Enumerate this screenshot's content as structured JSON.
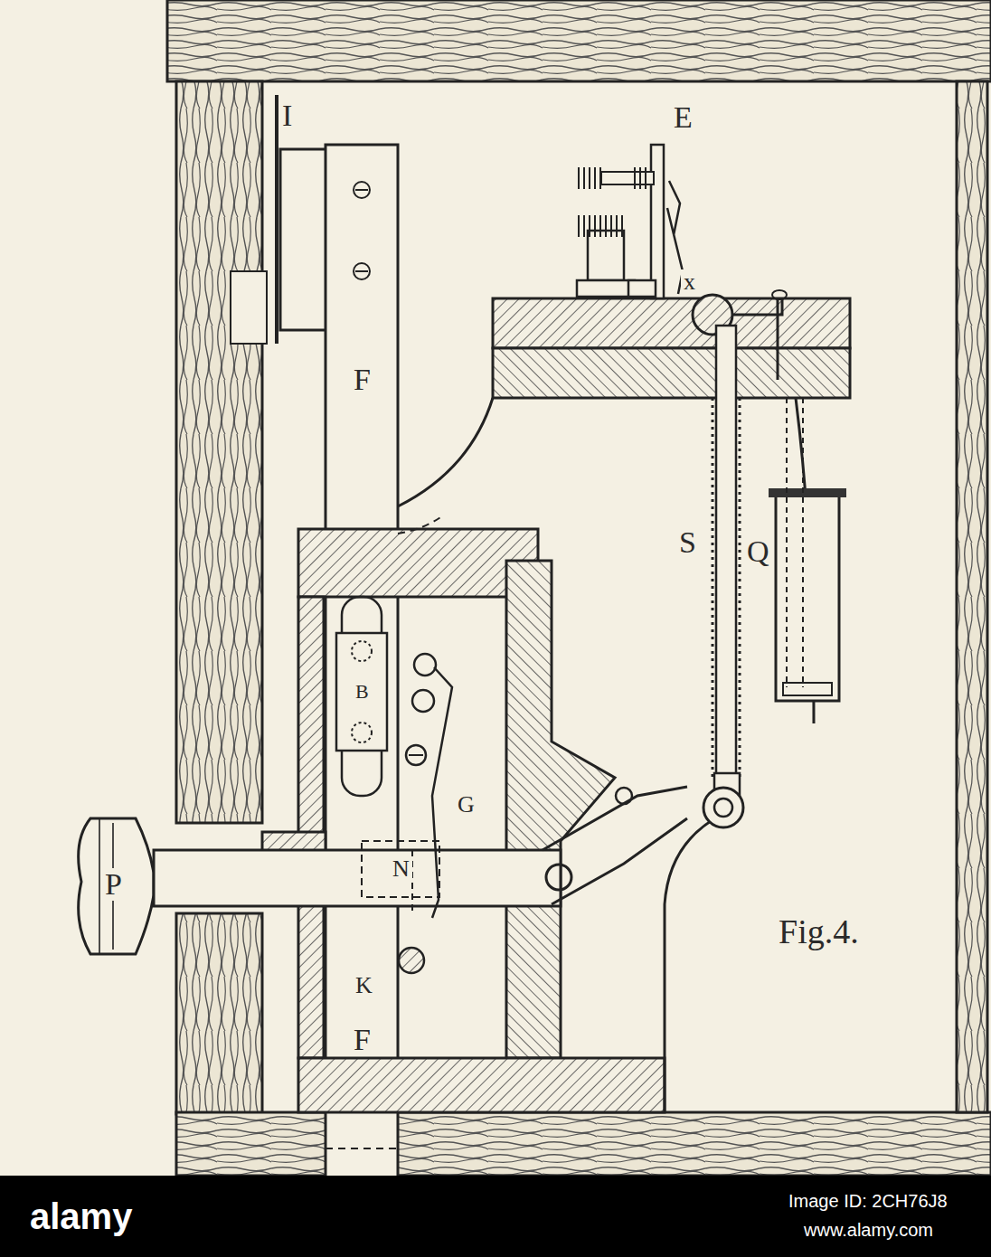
{
  "diagram": {
    "labels": [
      "I",
      "E",
      "F",
      "x",
      "S",
      "Q",
      "B",
      "G",
      "P",
      "N",
      "K",
      "F",
      "Fig.4.",
      "alamy",
      "Image ID: 2CH76J8",
      "www.alamy.com"
    ]
  }
}
